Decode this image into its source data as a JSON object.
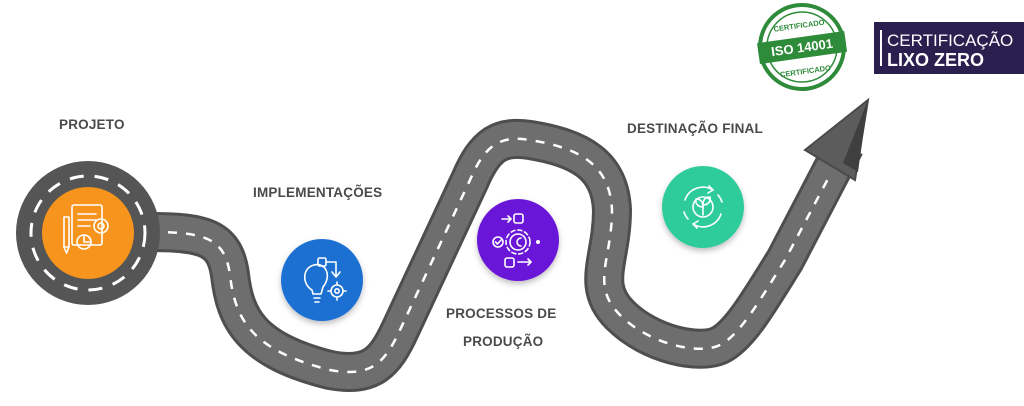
{
  "steps": [
    {
      "label": "PROJETO",
      "icon": "project-document-gear-icon",
      "color": "#F7941D"
    },
    {
      "label": "IMPLEMENTAÇÕES",
      "icon": "idea-process-icon",
      "color": "#1E6FD1"
    },
    {
      "label_line1": "PROCESSOS DE",
      "label_line2": "PRODUÇÃO",
      "icon": "production-cycle-icon",
      "color": "#6A14D8"
    },
    {
      "label": "DESTINAÇÃO FINAL",
      "icon": "recycle-leaf-icon",
      "color": "#2ECC9A"
    }
  ],
  "badges": {
    "iso": {
      "top_text": "CERTIFICADO",
      "main_text": "ISO 14001",
      "bottom_text": "CERTIFICADO",
      "color": "#2E8B3A"
    },
    "lixo_zero": {
      "line1": "CERTIFICAÇÃO",
      "line2": "LIXO ZERO",
      "background": "#2A1F4E"
    }
  },
  "colors": {
    "road": "#6E6E6E",
    "road_edge": "#4E4E4E",
    "road_dash": "#FFFFFF",
    "label_text": "#4A4A4A"
  }
}
